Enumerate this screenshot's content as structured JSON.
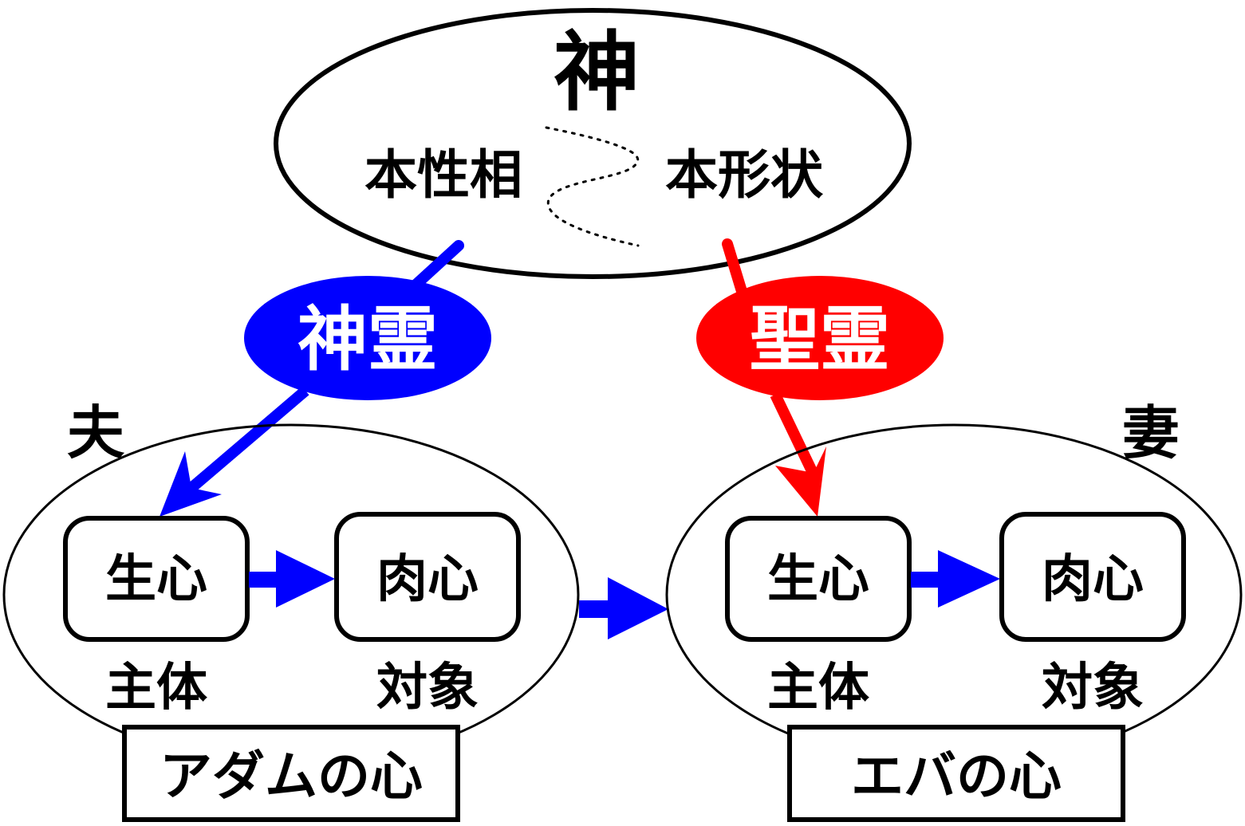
{
  "god": {
    "title": "神",
    "left_attribute": "本性相",
    "right_attribute": "本形状"
  },
  "spirits": {
    "divine_spirit": {
      "label": "神霊",
      "color": "#0000ff"
    },
    "holy_spirit": {
      "label": "聖霊",
      "color": "#ff0000"
    }
  },
  "husband": {
    "role_label": "夫",
    "spirit_mind": "生心",
    "physical_mind": "肉心",
    "subject_label": "主体",
    "object_label": "対象",
    "heart_label": "アダムの心"
  },
  "wife": {
    "role_label": "妻",
    "spirit_mind": "生心",
    "physical_mind": "肉心",
    "subject_label": "主体",
    "object_label": "対象",
    "heart_label": "エバの心"
  },
  "colors": {
    "blue": "#0000ff",
    "red": "#ff0000",
    "stroke": "#000000"
  }
}
